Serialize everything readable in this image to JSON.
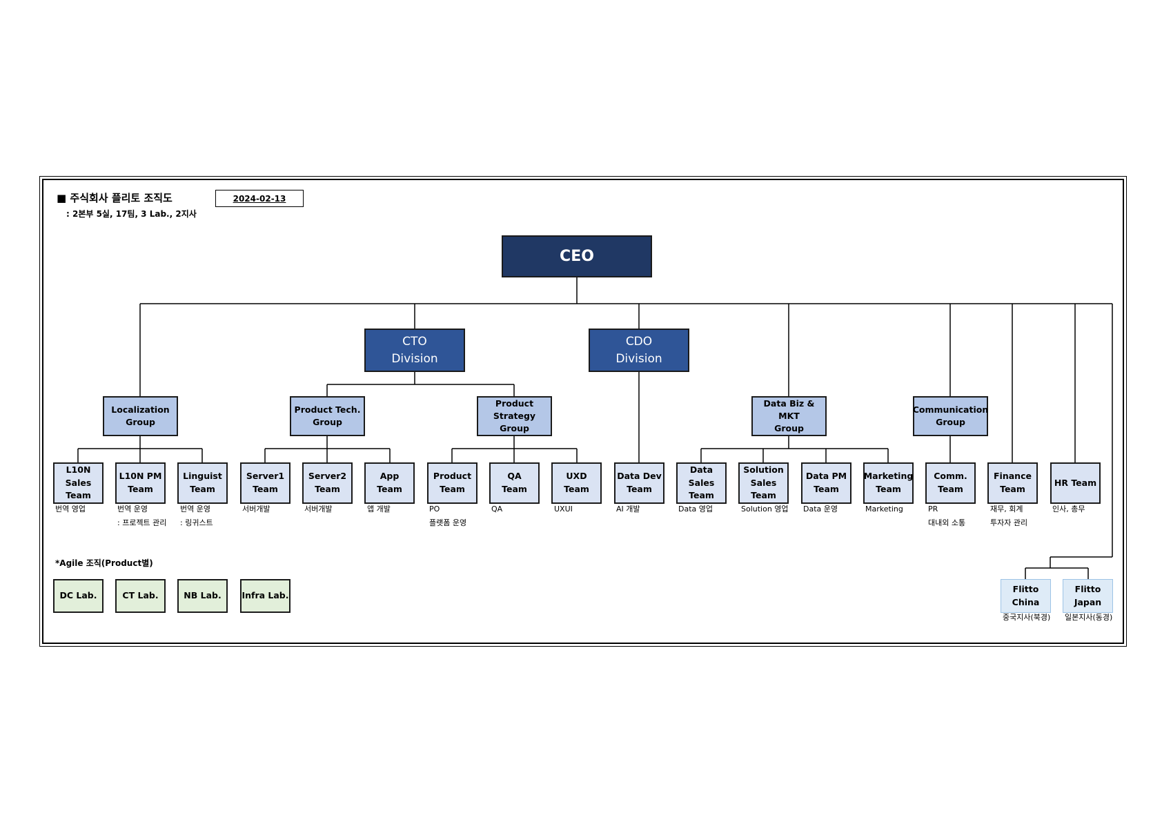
{
  "header": {
    "title": "■ 주식회사 플리토 조직도",
    "subtitle": ": 2본부 5실, 17팀, 3 Lab., 2지사",
    "date": "2024-02-13"
  },
  "ceo": {
    "label": "CEO"
  },
  "divisions": {
    "cto": {
      "line1": "CTO",
      "line2": "Division"
    },
    "cdo": {
      "line1": "CDO",
      "line2": "Division"
    }
  },
  "groups": {
    "localization": {
      "line1": "Localization",
      "line2": "Group"
    },
    "product_tech": {
      "line1": "Product Tech.",
      "line2": "Group"
    },
    "product_strategy": {
      "line1": "Product Strategy",
      "line2": "Group"
    },
    "data_biz": {
      "line1": "Data Biz & MKT",
      "line2": "Group"
    },
    "communication": {
      "line1": "Communication",
      "line2": "Group"
    }
  },
  "teams": {
    "l10n_sales": {
      "line1": "L10N",
      "line2": "Sales Team",
      "note1": "번역 영업",
      "note2": ""
    },
    "l10n_pm": {
      "line1": "L10N PM",
      "line2": "Team",
      "note1": "번역 운영",
      "note2": ": 프로젝트 관리"
    },
    "linguist": {
      "line1": "Linguist",
      "line2": "Team",
      "note1": "번역 운영",
      "note2": ": 링귀스트"
    },
    "server1": {
      "line1": "Server1",
      "line2": "Team",
      "note1": "서버개발",
      "note2": ""
    },
    "server2": {
      "line1": "Server2",
      "line2": "Team",
      "note1": "서버개발",
      "note2": ""
    },
    "app": {
      "line1": "App",
      "line2": "Team",
      "note1": "앱 개발",
      "note2": ""
    },
    "product": {
      "line1": "Product",
      "line2": "Team",
      "note1": "PO",
      "note2": "플랫폼 운영"
    },
    "qa": {
      "line1": "QA",
      "line2": "Team",
      "note1": "QA",
      "note2": ""
    },
    "uxd": {
      "line1": "UXD",
      "line2": "Team",
      "note1": "UXUI",
      "note2": ""
    },
    "data_dev": {
      "line1": "Data Dev",
      "line2": "Team",
      "note1": "AI 개발",
      "note2": ""
    },
    "data_sales": {
      "line1": "Data",
      "line2": "Sales Team",
      "note1": "Data 영업",
      "note2": ""
    },
    "solution_sales": {
      "line1": "Solution",
      "line2": "Sales Team",
      "note1": "Solution 영업",
      "note2": ""
    },
    "data_pm": {
      "line1": "Data PM",
      "line2": "Team",
      "note1": "Data 운영",
      "note2": ""
    },
    "marketing": {
      "line1": "Marketing",
      "line2": "Team",
      "note1": "Marketing",
      "note2": ""
    },
    "comm": {
      "line1": "Comm.",
      "line2": "Team",
      "note1": "PR",
      "note2": "대내외 소통"
    },
    "finance": {
      "line1": "Finance",
      "line2": "Team",
      "note1": "재무, 회계",
      "note2": "투자자 관리"
    },
    "hr": {
      "line1": "HR Team",
      "note1": "인사, 총무"
    }
  },
  "agile": {
    "title": "*Agile 조직(Product별)",
    "labs": [
      "DC Lab.",
      "CT Lab.",
      "NB Lab.",
      "Infra Lab."
    ]
  },
  "branches": [
    {
      "label": "Flitto China",
      "note": "중국지사(북경)"
    },
    {
      "label": "Flitto Japan",
      "note": "일본지사(동경)"
    }
  ],
  "colors": {
    "ceo": "#203864",
    "division": "#2f5597",
    "group": "#b4c7e7",
    "team": "#dae3f3",
    "lab": "#e2efda",
    "branch": "#deebf7"
  }
}
